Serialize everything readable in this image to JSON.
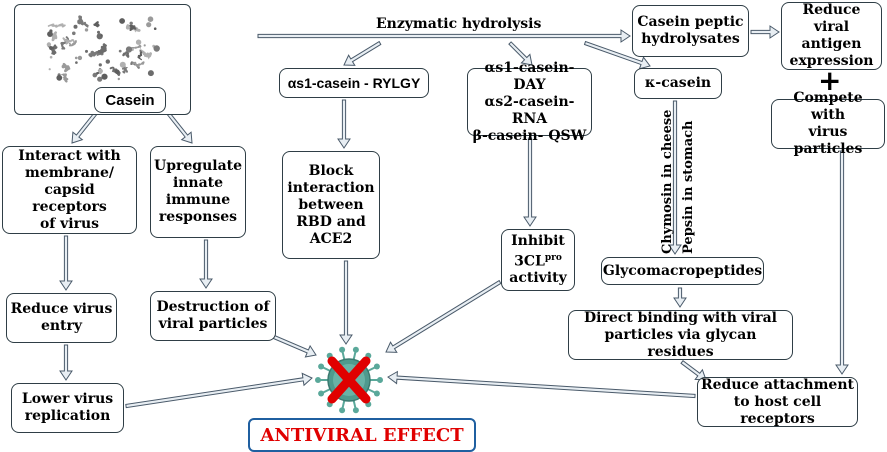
{
  "nodes": {
    "casein": "Casein",
    "enzymatic_hydrolysis": "Enzymatic hydrolysis",
    "casein_peptic": "Casein peptic\nhydrolysates",
    "reduce_antigen": "Reduce viral\nantigen\nexpression",
    "plus": "+",
    "compete": "Compete with\nvirus particles",
    "as1_rylgy": "αs1-casein - RYLGY",
    "peptides": "αs1-casein-DAY\nαs2-casein-RNA\nβ-casein- QSW",
    "kappa": "κ-casein",
    "chymosin": "Chymosin in cheese",
    "pepsin": "Pepsin in stomach",
    "interact": "Interact with\nmembrane/\ncapsid receptors\nof virus",
    "upregulate": "Upregulate\ninnate\nimmune\nresponses",
    "block": "Block\ninteraction\nbetween\nRBD and\nACE2",
    "inhibit_prefix": "Inhibit\n3CL",
    "inhibit_sup": "pro",
    "inhibit_suffix": "activity",
    "glyco": "Glycomacropeptides",
    "direct": "Direct binding with viral\nparticles via glycan residues",
    "reduce_entry": "Reduce virus\nentry",
    "destruction": "Destruction of\nviral particles",
    "lower": "Lower  virus\nreplication",
    "reduce_attach": "Reduce attachment\nto host cell receptors",
    "antiviral": "ANTIVIRAL EFFECT"
  },
  "icons": {
    "protein": "casein-protein-structure-icon",
    "virus": "virus-icon",
    "cross": "red-x-mark"
  },
  "colors": {
    "arrow_fill": "#e8eef3",
    "arrow_stroke": "#4a5a6a",
    "antiviral_text": "#e00000",
    "antiviral_border": "#1f5fa0",
    "virus_body": "#4f9a8e",
    "virus_spike": "#5aa89a",
    "cross": "#e00000"
  }
}
